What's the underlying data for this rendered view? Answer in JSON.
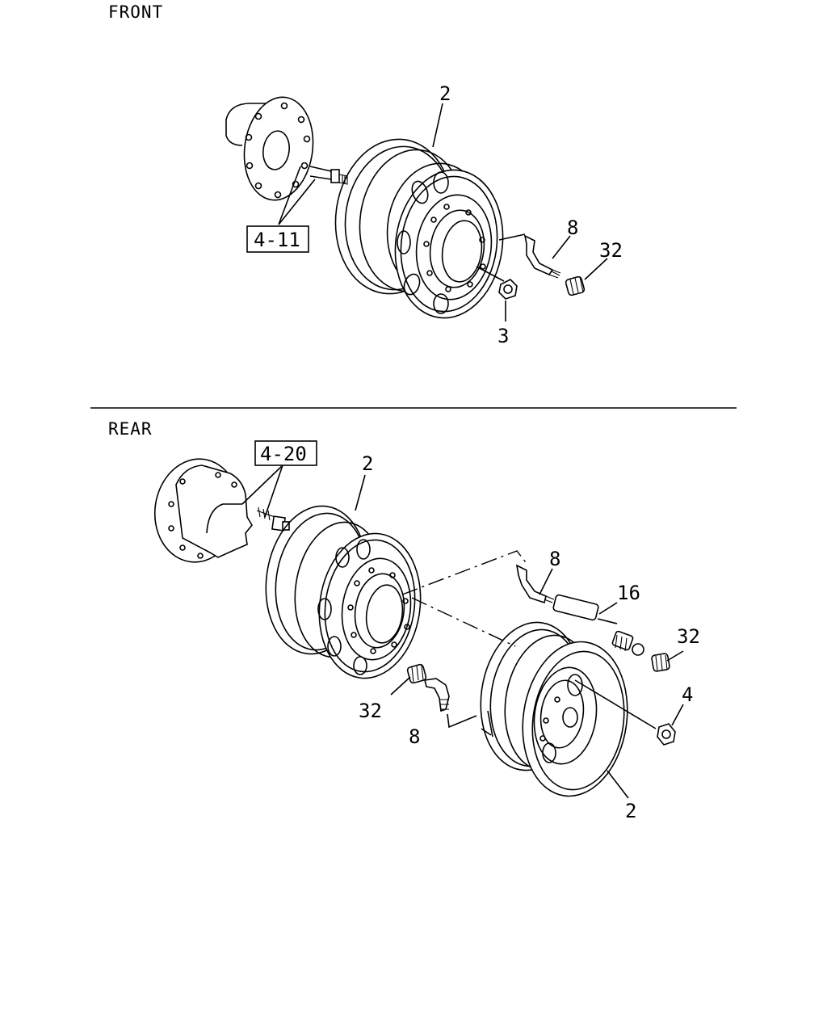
{
  "sections": {
    "front": {
      "title": "FRONT",
      "callouts": {
        "rim": "2",
        "valve": "8",
        "cap": "32",
        "nut": "3",
        "hub_ref": "4-11"
      }
    },
    "rear": {
      "title": "REAR",
      "callouts": {
        "rim_outer": "2",
        "rim_inner": "2",
        "valve_outer": "8",
        "valve_inner": "8",
        "extension": "16",
        "cap_outer": "32",
        "cap_inner": "32",
        "nut": "4",
        "hub_ref": "4-20"
      }
    }
  }
}
